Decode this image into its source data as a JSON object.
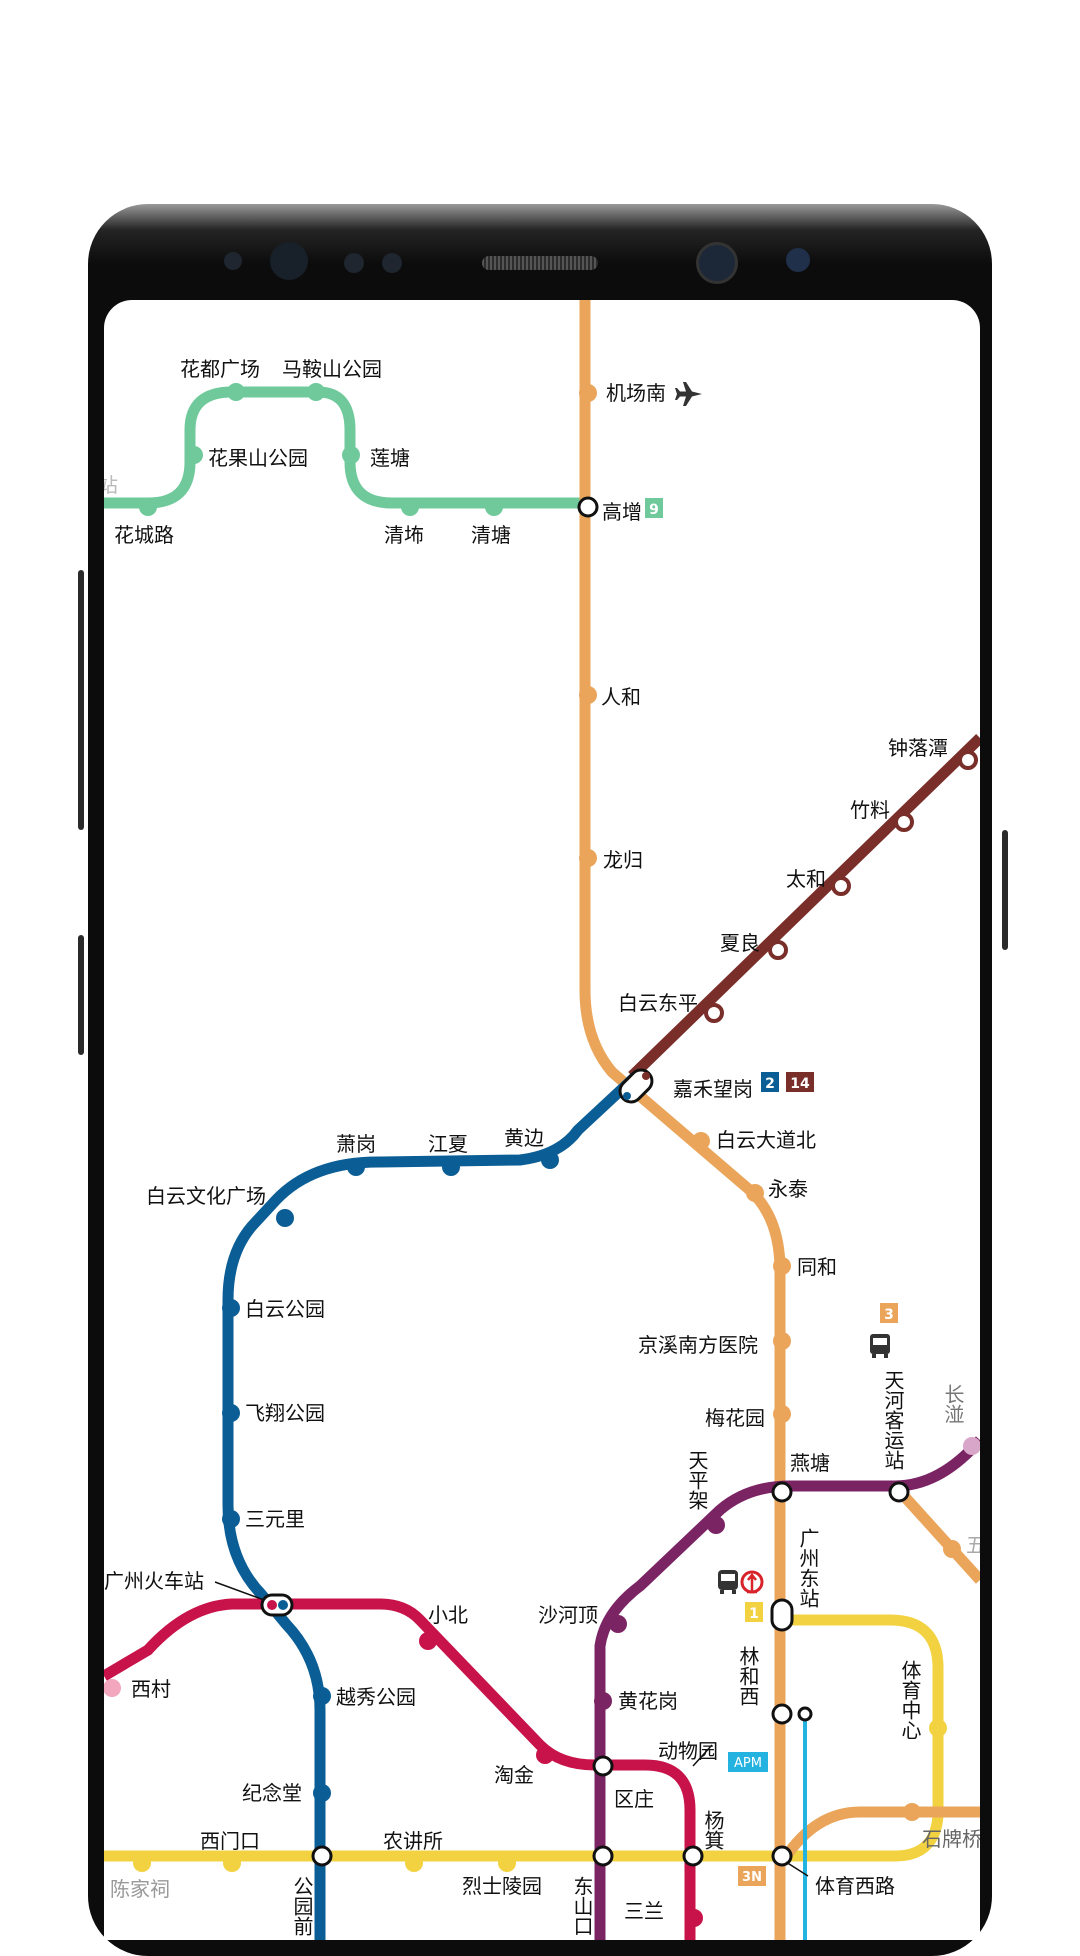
{
  "map": {
    "stations": [
      {
        "id": "huadu-guangchang",
        "name": "花都广场"
      },
      {
        "id": "maanshan-gongyuan",
        "name": "马鞍山公园"
      },
      {
        "id": "huaguoshan-gongyuan",
        "name": "花果山公园"
      },
      {
        "id": "liantang",
        "name": "莲塘"
      },
      {
        "id": "huachenglu",
        "name": "花城路"
      },
      {
        "id": "qingbu",
        "name": "清㘵"
      },
      {
        "id": "qingtang",
        "name": "清塘"
      },
      {
        "id": "gaozeng",
        "name": "高增"
      },
      {
        "id": "jichangnan",
        "name": "机场南"
      },
      {
        "id": "renhe",
        "name": "人和"
      },
      {
        "id": "longgui",
        "name": "龙归"
      },
      {
        "id": "zhongluotan",
        "name": "钟落潭"
      },
      {
        "id": "zhuliao",
        "name": "竹料"
      },
      {
        "id": "taihe",
        "name": "太和"
      },
      {
        "id": "xialiang",
        "name": "夏良"
      },
      {
        "id": "baiyun-dongping",
        "name": "白云东平"
      },
      {
        "id": "jiahewanggang",
        "name": "嘉禾望岗"
      },
      {
        "id": "baiyun-dadaobei",
        "name": "白云大道北"
      },
      {
        "id": "yongtai",
        "name": "永泰"
      },
      {
        "id": "tonghe",
        "name": "同和"
      },
      {
        "id": "jingxi-nanfang-yiyuan",
        "name": "京溪南方医院"
      },
      {
        "id": "meihuayuan",
        "name": "梅花园"
      },
      {
        "id": "xiaogang",
        "name": "萧岗"
      },
      {
        "id": "jiangxia",
        "name": "江夏"
      },
      {
        "id": "huangbian",
        "name": "黄边"
      },
      {
        "id": "baiyun-wenhua-guangchang",
        "name": "白云文化广场"
      },
      {
        "id": "baiyun-gongyuan",
        "name": "白云公园"
      },
      {
        "id": "feixiang-gongyuan",
        "name": "飞翔公园"
      },
      {
        "id": "sanyuanli",
        "name": "三元里"
      },
      {
        "id": "guangzhou-huochezhan",
        "name": "广州火车站"
      },
      {
        "id": "xiaobei",
        "name": "小北"
      },
      {
        "id": "xicun",
        "name": "西村"
      },
      {
        "id": "yuexiu-gongyuan",
        "name": "越秀公园"
      },
      {
        "id": "jinianta",
        "name": "纪念堂"
      },
      {
        "id": "taojin",
        "name": "淘金"
      },
      {
        "id": "ximenkou",
        "name": "西门口"
      },
      {
        "id": "nongjiangsuo",
        "name": "农讲所"
      },
      {
        "id": "chenjiaci",
        "name": "陈家祠"
      },
      {
        "id": "lieshi-lingyuan",
        "name": "烈士陵园"
      },
      {
        "id": "gongyuanqian",
        "name": "公园前"
      },
      {
        "id": "dongshankou",
        "name": "东山口"
      },
      {
        "id": "shaheding",
        "name": "沙河顶"
      },
      {
        "id": "huanghuagang",
        "name": "黄花岗"
      },
      {
        "id": "qu-zhuang",
        "name": "区庄"
      },
      {
        "id": "dongwuyuan",
        "name": "动物园"
      },
      {
        "id": "yangji",
        "name": "杨箕"
      },
      {
        "id": "tianpingjia",
        "name": "天平架"
      },
      {
        "id": "yantang",
        "name": "燕塘"
      },
      {
        "id": "tianhe-keyunzhan",
        "name": "天河客运站"
      },
      {
        "id": "guangzhou-dongzhan",
        "name": "广州东站"
      },
      {
        "id": "linhexi",
        "name": "林和西"
      },
      {
        "id": "tiyu-zhongxin",
        "name": "体育中心"
      },
      {
        "id": "tiyu-xilu",
        "name": "体育西路"
      },
      {
        "id": "shipaiqiao",
        "name": "石牌桥"
      },
      {
        "id": "changban",
        "name": "长湴"
      }
    ],
    "badges": {
      "gaozeng_line": "9",
      "jiahewanggang_line_a": "2",
      "jiahewanggang_line_b": "14",
      "tianhe_line": "3",
      "guangzhou_dong_line": "1",
      "linhexi_apm": "APM",
      "tiyuxilu_line": "3N"
    },
    "partial_labels": {
      "left_station_fragment": "站",
      "right_edge_wu": "五",
      "bottom_fragment": "三兰"
    },
    "icons": [
      "airplane-icon",
      "bus-icon",
      "train-icon",
      "railway-logo-icon"
    ],
    "colors": {
      "line9": "#6FC99B",
      "line3": "#EAA55A",
      "line14": "#7A2E2A",
      "line2": "#0B5E95",
      "line5": "#C8124A",
      "line6": "#7B2464",
      "line1": "#F2D240",
      "apm": "#24B3E0"
    }
  }
}
